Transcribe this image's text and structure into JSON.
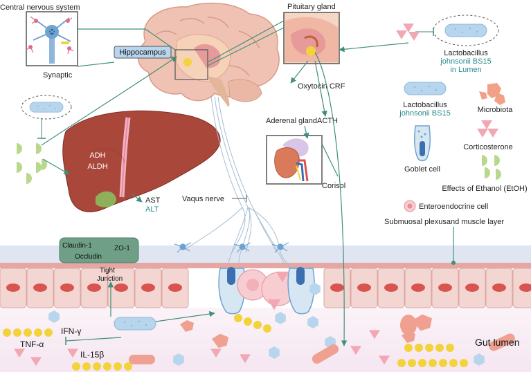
{
  "labels": {
    "cns": "Central nervous system",
    "synaptic": "Synaptic",
    "hippocampus": "Hippocampus",
    "pituitary": "Pituitary gland",
    "oxytocin_crf": "Oxytocin CRF",
    "acth": "ACTH",
    "adrenal": "Aderenal gland",
    "corisol": "Corisol",
    "vagus": "Vaqus nerve",
    "adh": "ADH",
    "aldh": "ALDH",
    "ast": "AST",
    "alt": "ALT",
    "claudin": "Claudin-1",
    "zo1": "ZO-1",
    "occludin": "Occludin",
    "tight": "Tight",
    "junction": "Junction",
    "ifn": "IFN-γ",
    "tnf": "TNF-α",
    "il15": "IL-15β",
    "gut_lumen": "Gut lumen"
  },
  "lumen_bacteria": {
    "line1": "Lactobacillus",
    "line2": "johnsonii BS15",
    "line3": "in Lumen"
  },
  "legend": {
    "lacto1": "Lactobacillus",
    "lacto2": "johnsonii BS15",
    "microbiota": "Microbiota",
    "goblet": "Goblet cell",
    "corticosterone": "Corticosterone",
    "ethanol": "Effects of Ethanol (EtOH)",
    "entero": "Enteroendocrine cell",
    "submucosal": "Submuosal plexusand muscle layer"
  },
  "colors": {
    "arrow": "#3d8f7a",
    "bacteria": "#b8d5ee",
    "liver": "#a9473b",
    "ethanol": "#b8d98d",
    "cortico": "#f2a8b4",
    "cell": "#f3d6d2",
    "nucleus": "#d9534f",
    "cytokine": "#f2d33c",
    "teal_text": "#2a8c8c"
  }
}
